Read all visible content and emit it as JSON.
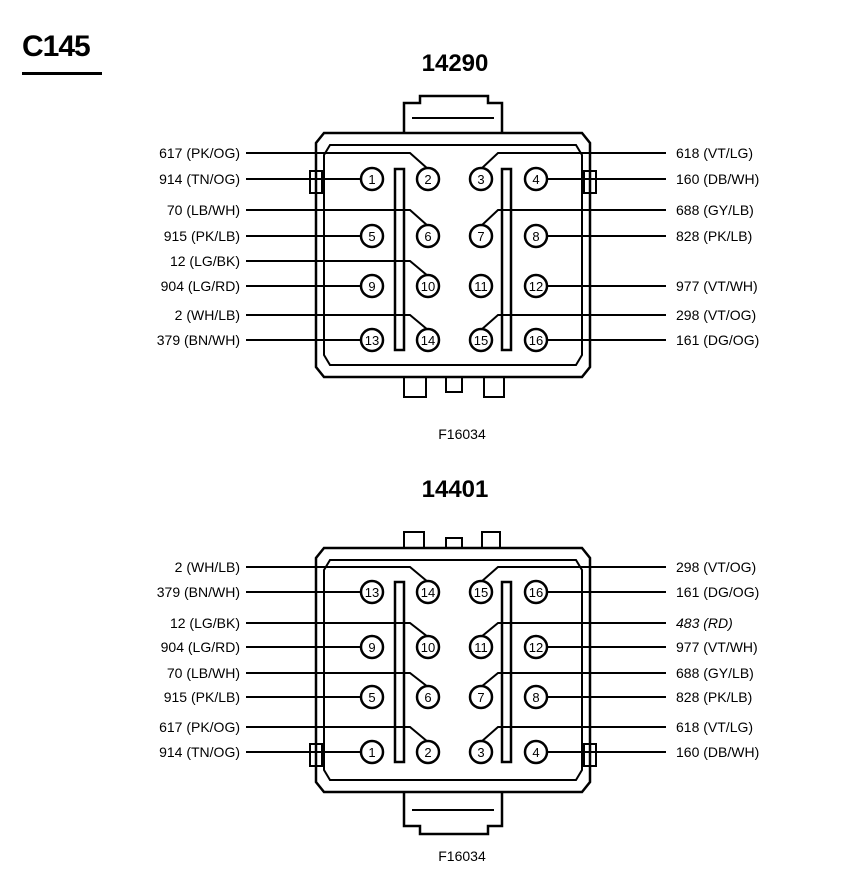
{
  "page_title": "C145",
  "connectors": [
    {
      "id": "top",
      "part_number": "14290",
      "figure_id": "F16034",
      "pins": [
        {
          "n": "1",
          "side": "left",
          "label": "914 (TN/OG)",
          "italic": false
        },
        {
          "n": "2",
          "side": "left",
          "label": "617 (PK/OG)",
          "italic": false
        },
        {
          "n": "3",
          "side": "right",
          "label": "618 (VT/LG)",
          "italic": false
        },
        {
          "n": "4",
          "side": "right",
          "label": "160 (DB/WH)",
          "italic": false
        },
        {
          "n": "5",
          "side": "left",
          "label": "915 (PK/LB)",
          "italic": false
        },
        {
          "n": "6",
          "side": "left",
          "label": "70 (LB/WH)",
          "italic": false
        },
        {
          "n": "7",
          "side": "right",
          "label": "688 (GY/LB)",
          "italic": false
        },
        {
          "n": "8",
          "side": "right",
          "label": "828 (PK/LB)",
          "italic": false
        },
        {
          "n": "9",
          "side": "left",
          "label": "904 (LG/RD)",
          "italic": false
        },
        {
          "n": "10",
          "side": "left",
          "label": "12 (LG/BK)",
          "italic": false
        },
        {
          "n": "11",
          "side": "none",
          "label": "",
          "italic": false
        },
        {
          "n": "12",
          "side": "right",
          "label": "977 (VT/WH)",
          "italic": false
        },
        {
          "n": "13",
          "side": "left",
          "label": "379 (BN/WH)",
          "italic": false
        },
        {
          "n": "14",
          "side": "left",
          "label": "2 (WH/LB)",
          "italic": false
        },
        {
          "n": "15",
          "side": "right",
          "label": "298 (VT/OG)",
          "italic": false
        },
        {
          "n": "16",
          "side": "right",
          "label": "161 (DG/OG)",
          "italic": false
        }
      ]
    },
    {
      "id": "bottom",
      "part_number": "14401",
      "figure_id": "F16034",
      "pins": [
        {
          "n": "13",
          "side": "left",
          "label": "379 (BN/WH)",
          "italic": false
        },
        {
          "n": "14",
          "side": "left",
          "label": "2 (WH/LB)",
          "italic": false
        },
        {
          "n": "15",
          "side": "right",
          "label": "298 (VT/OG)",
          "italic": false
        },
        {
          "n": "16",
          "side": "right",
          "label": "161 (DG/OG)",
          "italic": false
        },
        {
          "n": "9",
          "side": "left",
          "label": "904 (LG/RD)",
          "italic": false
        },
        {
          "n": "10",
          "side": "left",
          "label": "12 (LG/BK)",
          "italic": false
        },
        {
          "n": "11",
          "side": "right",
          "label": "483 (RD)",
          "italic": true
        },
        {
          "n": "12",
          "side": "right",
          "label": "977 (VT/WH)",
          "italic": false
        },
        {
          "n": "5",
          "side": "left",
          "label": "915 (PK/LB)",
          "italic": false
        },
        {
          "n": "6",
          "side": "left",
          "label": "70 (LB/WH)",
          "italic": false
        },
        {
          "n": "7",
          "side": "right",
          "label": "688 (GY/LB)",
          "italic": false
        },
        {
          "n": "8",
          "side": "right",
          "label": "828 (PK/LB)",
          "italic": false
        },
        {
          "n": "1",
          "side": "left",
          "label": "914 (TN/OG)",
          "italic": false
        },
        {
          "n": "2",
          "side": "left",
          "label": "617 (PK/OG)",
          "italic": false
        },
        {
          "n": "3",
          "side": "right",
          "label": "618 (VT/LG)",
          "italic": false
        },
        {
          "n": "4",
          "side": "right",
          "label": "160 (DB/WH)",
          "italic": false
        }
      ]
    }
  ]
}
